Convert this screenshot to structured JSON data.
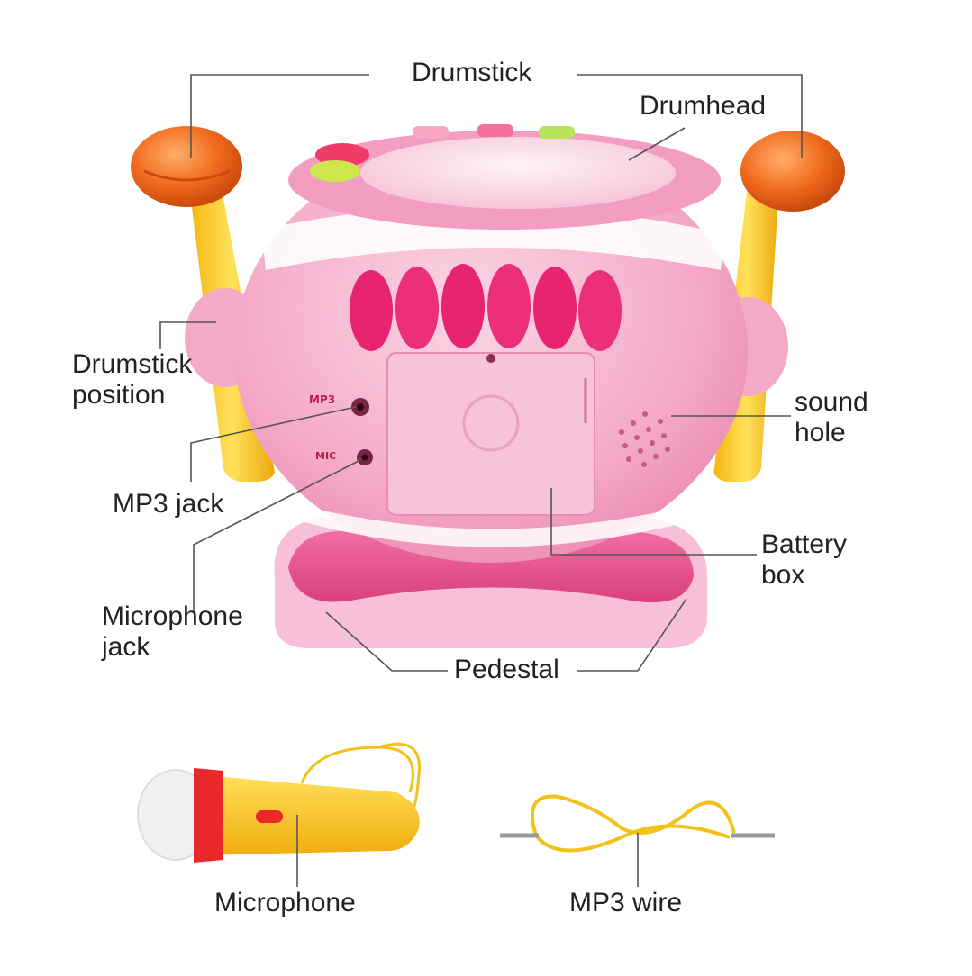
{
  "labels": {
    "drumstick": "Drumstick",
    "drumhead": "Drumhead",
    "drumstick_position": [
      "Drumstick",
      "position"
    ],
    "sound_hole": [
      "sound",
      "hole"
    ],
    "mp3_jack": "MP3 jack",
    "battery_box": [
      "Battery",
      "box"
    ],
    "microphone_jack": [
      "Microphone",
      "jack"
    ],
    "pedestal": "Pedestal",
    "microphone": "Microphone",
    "mp3_wire": "MP3 wire"
  },
  "panel_marks": {
    "mp3": "MP3",
    "mic": "MIC"
  },
  "colors": {
    "body_pink": "#f6b6d0",
    "dark_pink": "#ec5b95",
    "magenta": "#e3246f",
    "drumstick_yellow": "#f7c51a",
    "drumstick_orange": "#ef6a1a",
    "cable_yellow": "#f2c21b",
    "leader_line": "#555555"
  }
}
